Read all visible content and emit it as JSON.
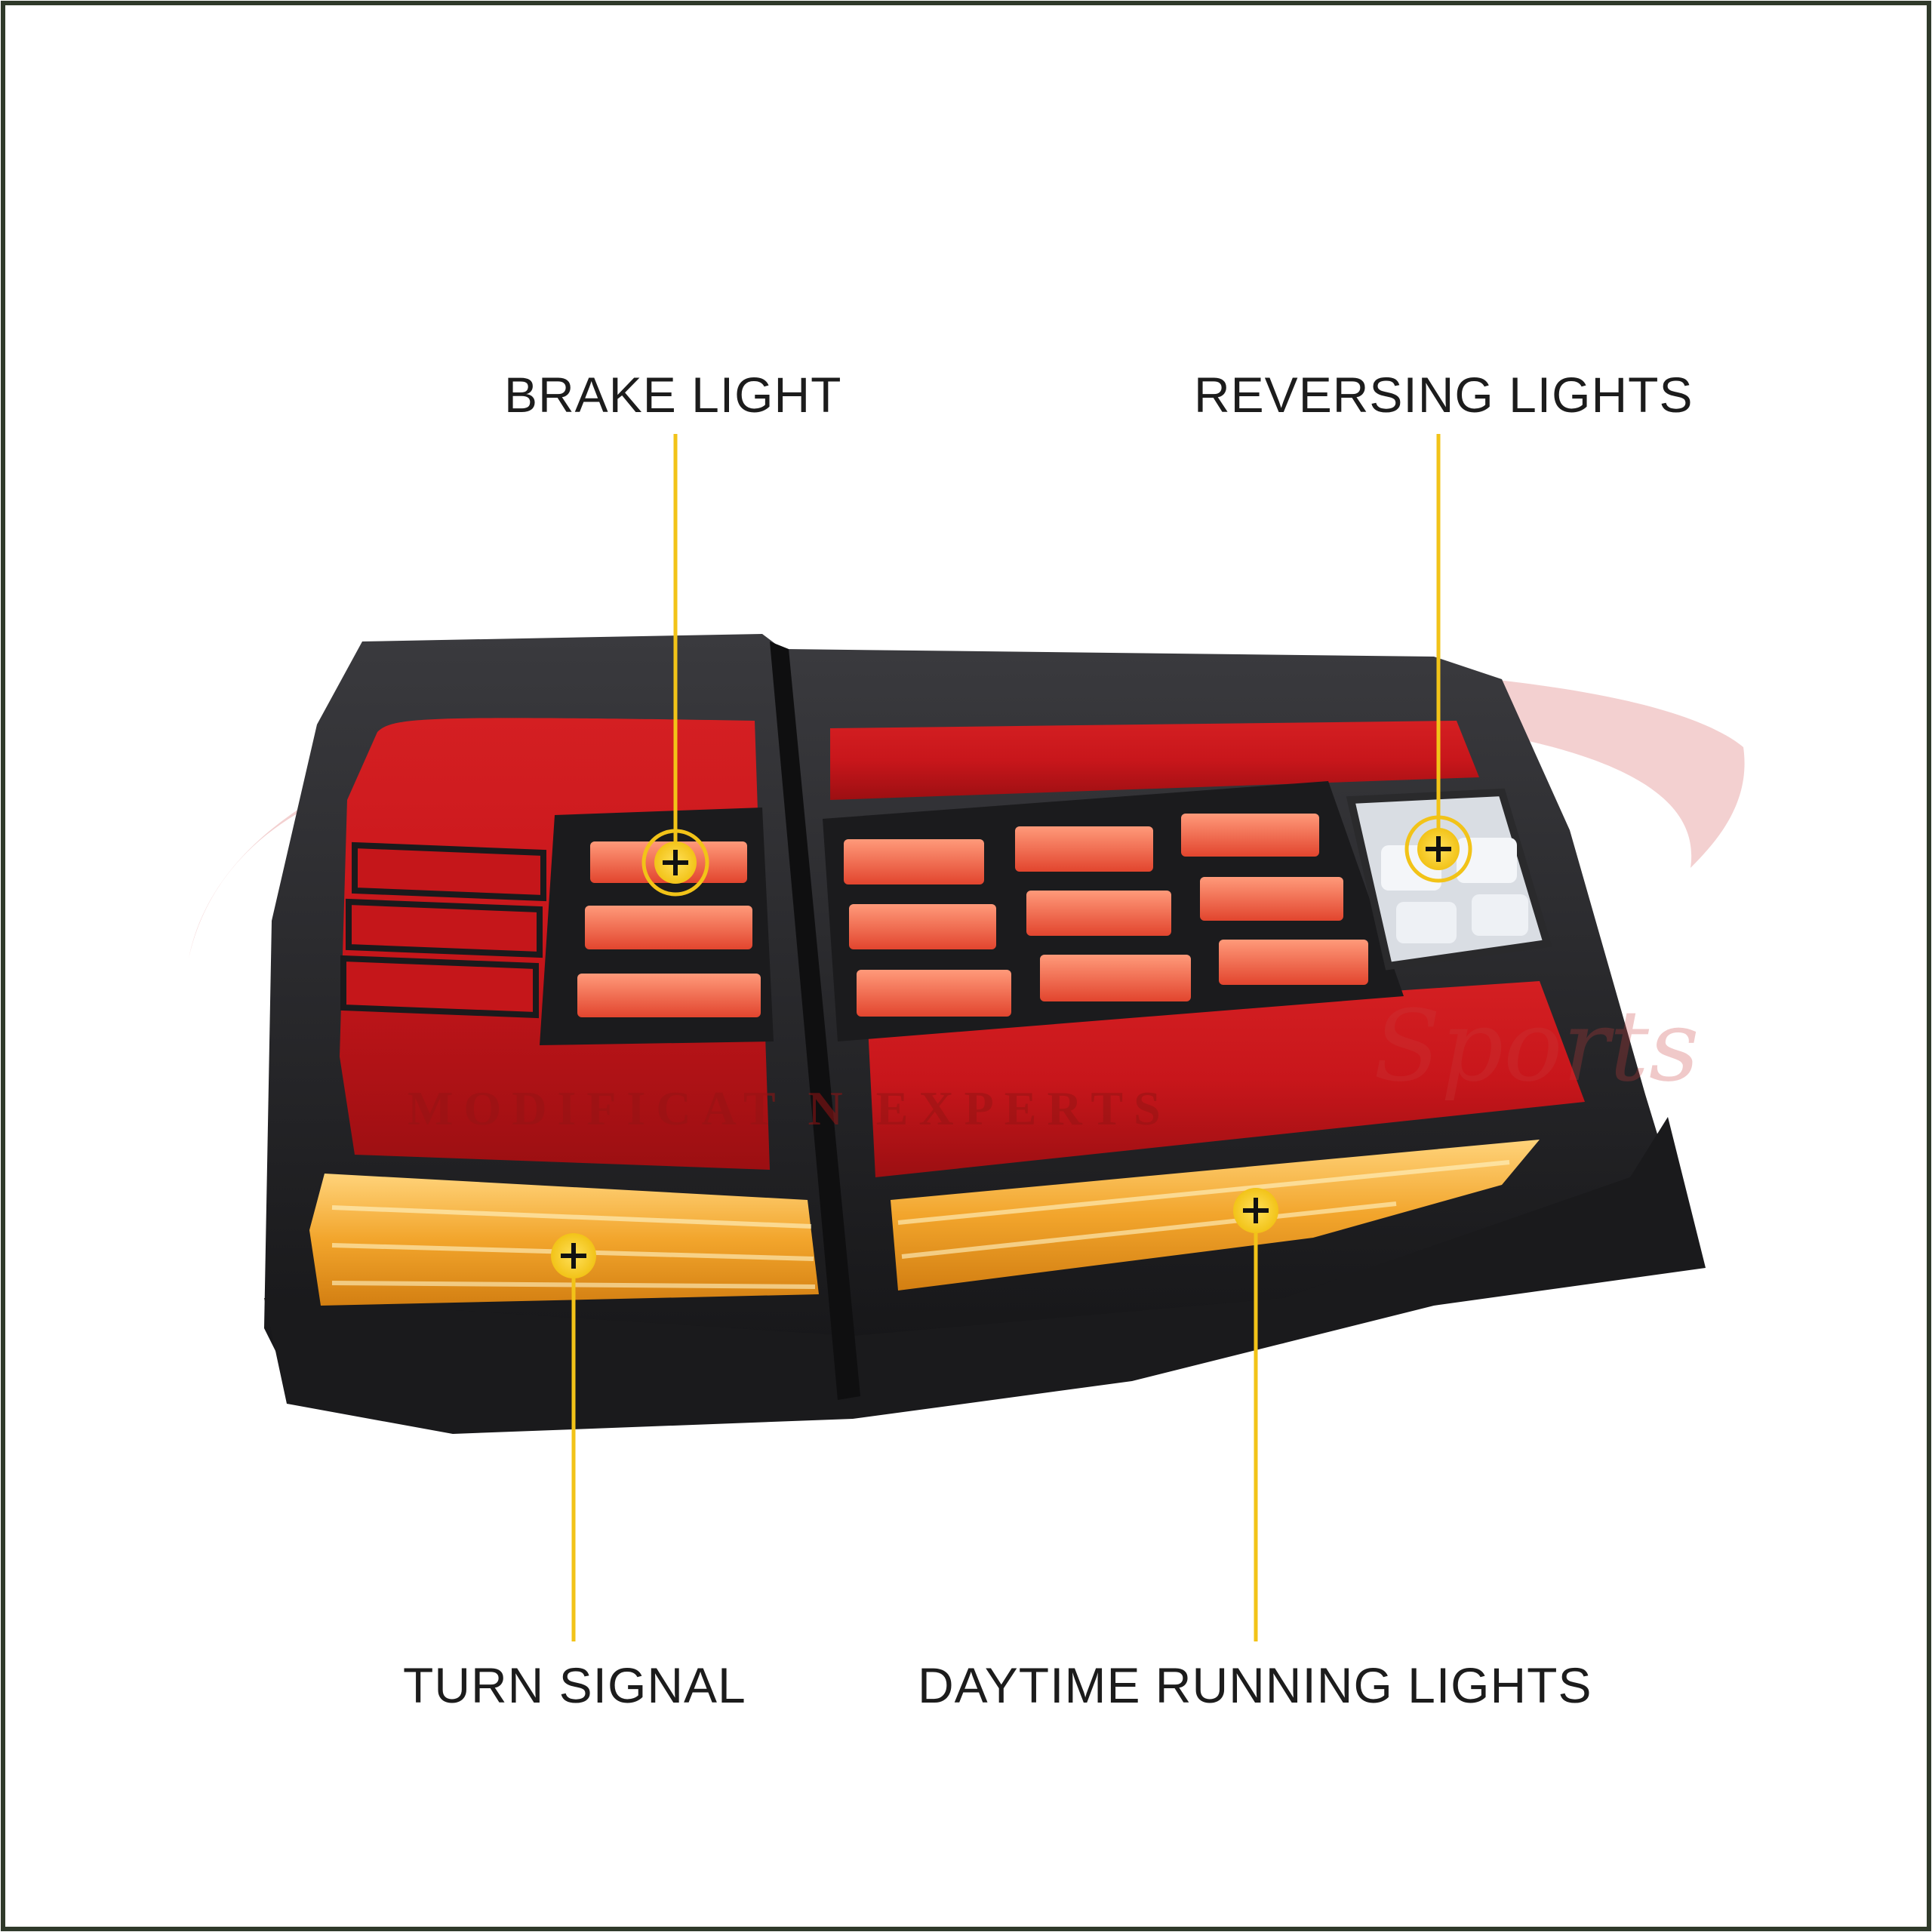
{
  "callouts": {
    "brake_light": "BRAKE LIGHT",
    "reversing_lights": "REVERSING LIGHTS",
    "turn_signal": "TURN SIGNAL",
    "daytime_running_lights": "DAYTIME RUNNING LIGHTS"
  },
  "watermark": {
    "tagline": "MODIFICAT  N EXPERTS",
    "script": "Sports"
  },
  "colors": {
    "callout_line": "#f2c318",
    "lens_red": "#c8161b",
    "housing": "#262629",
    "amber": "#f2a52c",
    "text": "#1c1c1c"
  }
}
